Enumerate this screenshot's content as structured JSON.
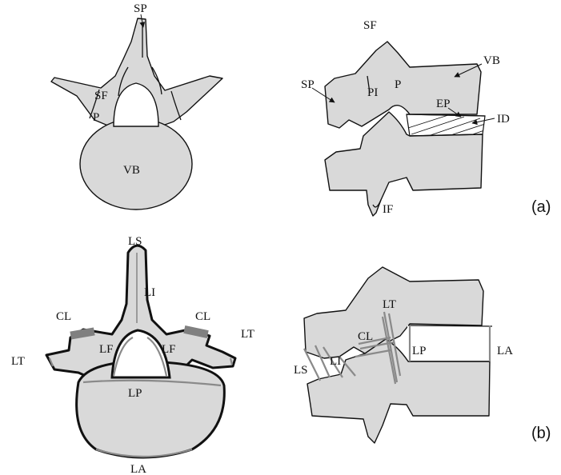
{
  "labels": {
    "a_top": {
      "sp": "SP",
      "sf": "SF",
      "p": "P",
      "vb": "VB"
    },
    "a_side": {
      "sf": "SF",
      "sp": "SP",
      "pi": "PI",
      "p": "P",
      "vb": "VB",
      "ep": "EP",
      "id": "ID",
      "if": "IF"
    },
    "b_top": {
      "ls": "LS",
      "li": "LI",
      "cl_left": "CL",
      "cl_right": "CL",
      "lt_left": "LT",
      "lt_right": "LT",
      "lf_left": "LF",
      "lf_right": "LF",
      "lp": "LP",
      "la": "LA"
    },
    "b_side": {
      "lt": "LT",
      "cl": "CL",
      "ls": "LS",
      "li": "LI",
      "lp": "LP",
      "la": "LA"
    }
  },
  "panels": {
    "a": "(a)",
    "b": "(b)"
  },
  "colors": {
    "bone": "#d9d9d9",
    "ligament": "#8a8a8a",
    "capsule": "#808080",
    "outline": "#111111"
  }
}
